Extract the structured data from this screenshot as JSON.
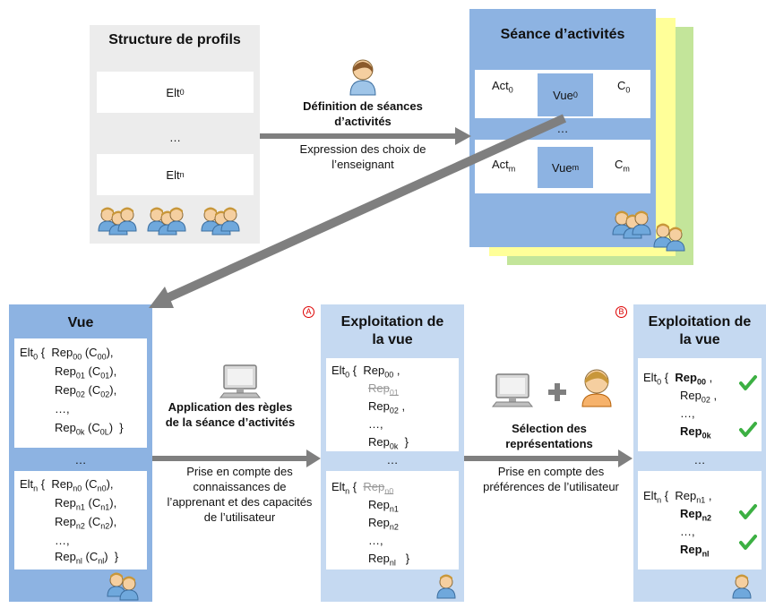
{
  "profiles": {
    "title": "Structure de profils",
    "elt0": "Elt",
    "elt0_sub": "0",
    "dots": "…",
    "eltn": "Elt",
    "eltn_sub": "n"
  },
  "arrow1": {
    "bold": "Définition de séances d’activités",
    "normal": "Expression des choix de l’enseignant"
  },
  "session": {
    "title": "Séance d’activités",
    "act0": "Act",
    "act0_sub": "0",
    "vue0": "Vue",
    "vue0_sub": "0",
    "c0": "C",
    "c0_sub": "0",
    "dots": "…",
    "actm": "Act",
    "actm_sub": "m",
    "vuem": "Vue",
    "vuem_sub": "m",
    "cm": "C",
    "cm_sub": "m"
  },
  "vue": {
    "title": "Vue",
    "dots": "…",
    "block0": [
      "Elt0 {  Rep00 (C00),",
      "Rep01 (C01),",
      "Rep02 (C02),",
      "…,",
      "Rep0k (C0L)  }"
    ],
    "blockn": [
      "Eltn {  Repn0 (Cn0),",
      "Repn1 (Cn1),",
      "Repn2 (Cn2),",
      "…,",
      "Repnl (Cnl)  }"
    ]
  },
  "arrow2": {
    "bold": "Application des règles de la séance d’activités",
    "normal": "Prise en compte des connaissances de l’apprenant et des capacités de l’utilisateur"
  },
  "expl1": {
    "title": "Exploitation de la vue",
    "mark": "A",
    "dots": "…"
  },
  "arrow3": {
    "bold": "Sélection des représentations",
    "normal": "Prise en compte des préférences de l’utilisateur"
  },
  "expl2": {
    "title": "Exploitation de la vue",
    "mark": "B",
    "dots": "…"
  },
  "colors": {
    "gray_panel": "#ececec",
    "blue_panel": "#8db3e2",
    "pale_panel": "#c5d9f1",
    "yellow_sheet": "#ffff99",
    "green_sheet": "#c3e59a",
    "arrow": "#7f7f7f",
    "check": "#3cb043",
    "mark": "#dd0000"
  }
}
